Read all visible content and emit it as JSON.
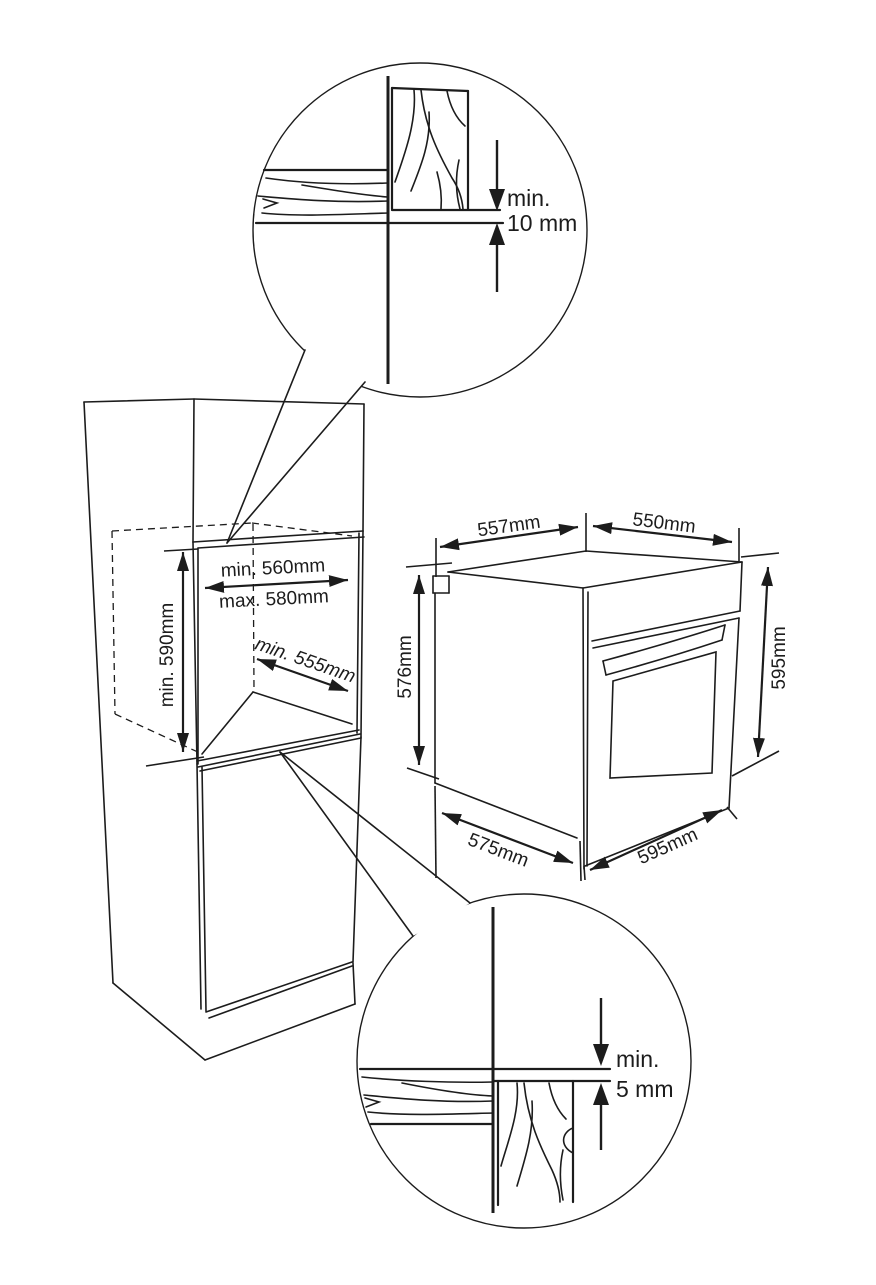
{
  "figure": {
    "kind": "built-in oven installation dimension diagram",
    "background": "#ffffff",
    "line_color": "#1c1c1c"
  },
  "detail_top": {
    "line1": "min.",
    "line2": "10 mm"
  },
  "detail_bottom": {
    "line1": "min.",
    "line2": "5 mm"
  },
  "niche": {
    "width_min": "min. 560mm",
    "width_max": "max. 580mm",
    "height_min": "min. 590mm",
    "depth_min": "min. 555mm"
  },
  "oven": {
    "top_depth": "557mm",
    "top_width": "550mm",
    "side_height": "576mm",
    "front_height": "595mm",
    "bottom_depth": "575mm",
    "bottom_width": "595mm"
  }
}
